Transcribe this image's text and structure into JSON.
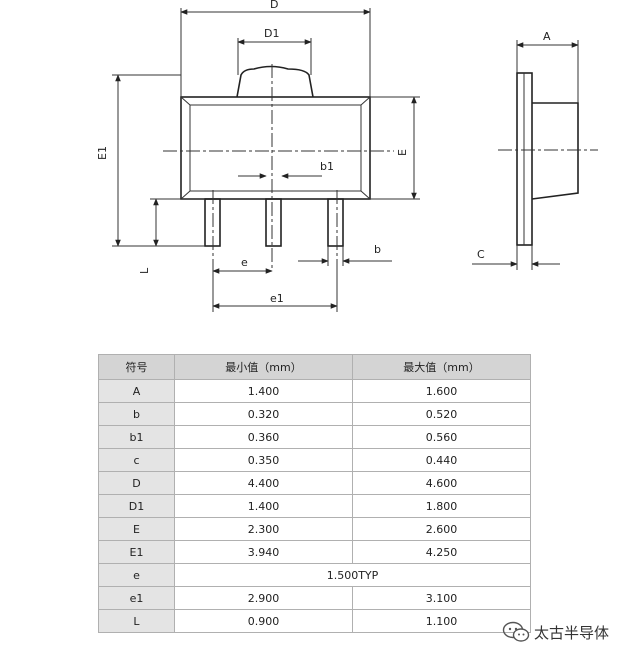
{
  "drawing": {
    "labels": {
      "D": "D",
      "D1": "D1",
      "E1": "E1",
      "E": "E",
      "b1": "b1",
      "L": "L",
      "e": "e",
      "b": "b",
      "e1": "e1",
      "A": "A",
      "C": "C"
    }
  },
  "table": {
    "headers": [
      "符号",
      "最小值（mm）",
      "最大值（mm）"
    ],
    "rows": [
      {
        "symbol": "A",
        "min": "1.400",
        "max": "1.600"
      },
      {
        "symbol": "b",
        "min": "0.320",
        "max": "0.520"
      },
      {
        "symbol": "b1",
        "min": "0.360",
        "max": "0.560"
      },
      {
        "symbol": "c",
        "min": "0.350",
        "max": "0.440"
      },
      {
        "symbol": "D",
        "min": "4.400",
        "max": "4.600"
      },
      {
        "symbol": "D1",
        "min": "1.400",
        "max": "1.800"
      },
      {
        "symbol": "E",
        "min": "2.300",
        "max": "2.600"
      },
      {
        "symbol": "E1",
        "min": "3.940",
        "max": "4.250"
      },
      {
        "symbol": "e",
        "typ": "1.500TYP"
      },
      {
        "symbol": "e1",
        "min": "2.900",
        "max": "3.100"
      },
      {
        "symbol": "L",
        "min": "0.900",
        "max": "1.100"
      }
    ]
  },
  "watermark": {
    "text": "太古半导体",
    "icon": "wechat-icon"
  }
}
